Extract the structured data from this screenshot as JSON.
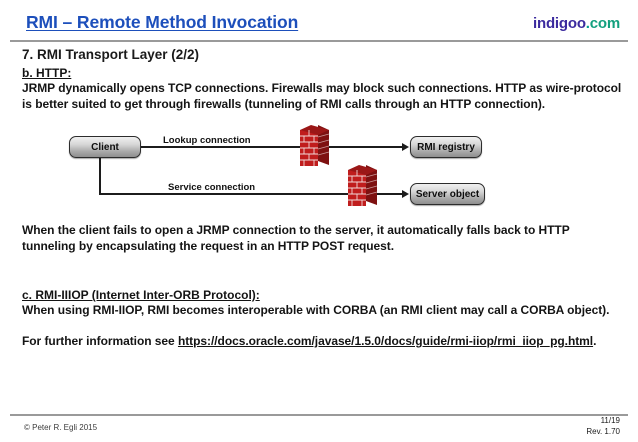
{
  "header": {
    "title": "RMI – Remote Method Invocation",
    "logo_name": "indigoo",
    "logo_dot": ".",
    "logo_tld": "com",
    "title_color": "#1d4fbb",
    "logo_color": "#3b2a9e",
    "logo_tld_color": "#13a07e"
  },
  "slide": {
    "title": "7. RMI Transport Layer (2/2)",
    "section_b_heading": "b. HTTP:",
    "section_b_text": "JRMP dynamically opens TCP connections. Firewalls may block such connections. HTTP as wire-protocol is better suited to get through firewalls (tunneling of RMI calls through an HTTP connection).",
    "fallback_text": "When the client fails to open a JRMP connection to the server, it automatically falls back to HTTP tunneling by encapsulating the request in an HTTP POST request.",
    "section_c_heading": "c. RMI-IIIOP (Internet Inter-ORB Protocol):",
    "section_c_text": "When using RMI-IIOP, RMI becomes interoperable with CORBA (an RMI client may call a CORBA object).",
    "further_info_prefix": "For further information see ",
    "further_info_url": "https://docs.oracle.com/javase/1.5.0/docs/guide/rmi-iiop/rmi_iiop_pg.html",
    "further_info_suffix": "."
  },
  "diagram": {
    "nodes": [
      {
        "id": "client",
        "label": "Client"
      },
      {
        "id": "registry",
        "label": "RMI registry"
      },
      {
        "id": "server",
        "label": "Server object"
      }
    ],
    "connections": [
      {
        "id": "lookup",
        "label": "Lookup connection",
        "from": "Client",
        "to": "RMI registry"
      },
      {
        "id": "service",
        "label": "Service connection",
        "from": "Client",
        "to": "Server object"
      }
    ],
    "firewalls": [
      {
        "id": "firewall-lookup",
        "icon": "brick-wall-firewall-icon"
      },
      {
        "id": "firewall-service",
        "icon": "brick-wall-firewall-icon"
      }
    ],
    "brick_color": "#c01d1d",
    "brick_top_color": "#8c1414"
  },
  "footer": {
    "copyright": "© Peter R. Egli 2015",
    "page": "11/19",
    "revision": "Rev. 1.70"
  }
}
